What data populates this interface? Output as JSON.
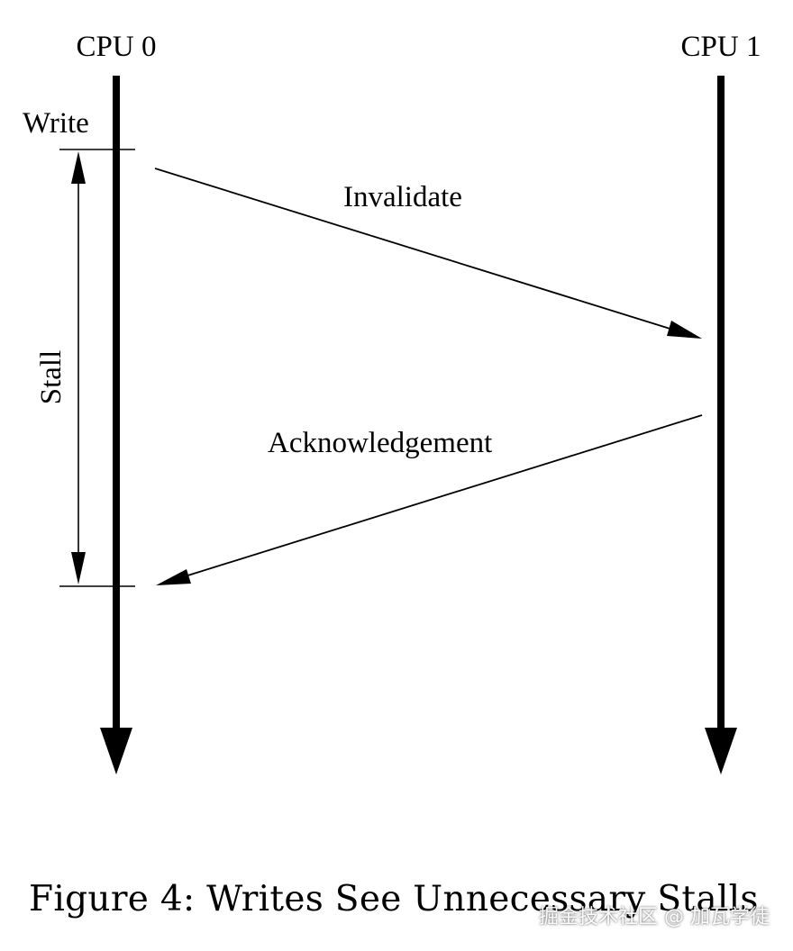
{
  "diagram": {
    "left_timeline_label": "CPU 0",
    "right_timeline_label": "CPU 1",
    "write_label": "Write",
    "stall_label": "Stall",
    "invalidate_label": "Invalidate",
    "ack_label": "Acknowledgement"
  },
  "caption": "Figure 4: Writes See Unnecessary Stalls",
  "watermark": "掘金技术社区 @ 加瓦学徒"
}
